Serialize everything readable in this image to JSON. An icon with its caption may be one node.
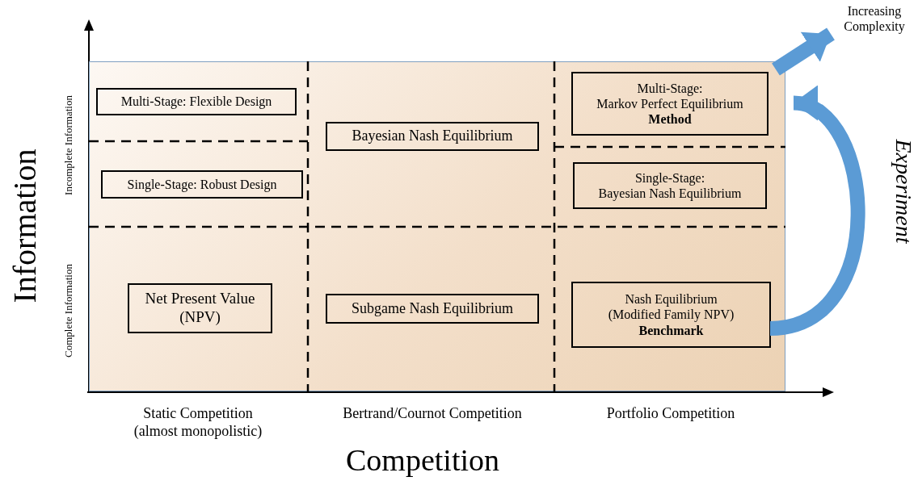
{
  "diagram": {
    "nodes": [
      {
        "text": [],
        "shape": "box"
      },
      {
        "text": [
          "Multi-Stage: Flexible Design"
        ],
        "in": 0
      },
      {
        "text": [
          "Bayesian Nash Equilibrium"
        ],
        "in": 0
      },
      {
        "text": [
          "Multi-Stage:",
          "Markov Perfect Equilibrium",
          "Method"
        ],
        "in": 0
      },
      {
        "text": [
          "Single-Stage: Robust Design"
        ],
        "in": 0
      },
      {
        "text": [
          "Single-Stage:",
          "Bayesian Nash Equilibrium"
        ],
        "in": 0
      },
      {
        "text": [
          "Net Present Value (NPV)"
        ],
        "in": 0
      },
      {
        "text": [
          "Subgame Nash Equilibrium"
        ],
        "in": 0
      },
      {
        "text": [
          "Nash Equilibrium (Modified Family NPV)",
          "Benchmark"
        ],
        "in": 0
      },
      {
        "text": [
          "Increasing Complexity"
        ]
      }
    ],
    "edges": [
      {
        "from": 8,
        "to": 3,
        "arrow": "to",
        "label": "Experiment"
      },
      {
        "from": 0,
        "to": 9,
        "arrow": "to"
      }
    ],
    "labels": [
      "Information",
      "Incomplete Information",
      "Complete Information",
      "Static Competition (almost monopolistic)",
      "Bertrand/Cournot Competition",
      "Portfolio Competition",
      "Competition"
    ]
  }
}
